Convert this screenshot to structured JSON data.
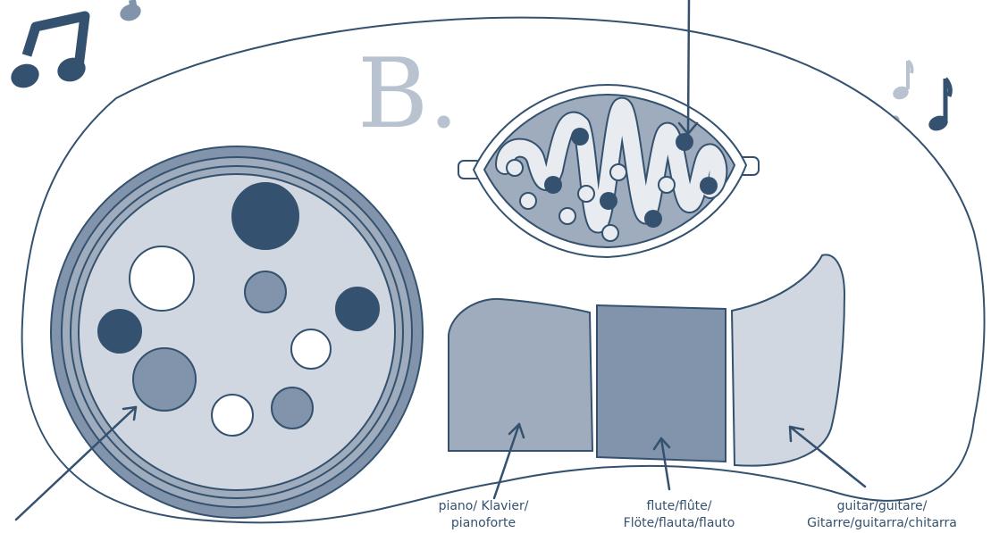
{
  "heading_letter": "B.",
  "labels": {
    "piano_1": "piano/ Klavier/",
    "piano_2": "pianoforte",
    "flute_1": "flute/flûte/",
    "flute_2": "Flöte/flauta/flauto",
    "guitar_1": "guitar/guitare/",
    "guitar_2": "Gitarre/guitarra/chitarra"
  },
  "colors": {
    "navy": "#34526f",
    "steel": "#8294ab",
    "mid": "#9eacbd",
    "light": "#d1d7e0",
    "pale": "#e8ecf1",
    "white": "#ffffff"
  },
  "icons": [
    "music-notes-icon",
    "arrow-icon"
  ]
}
